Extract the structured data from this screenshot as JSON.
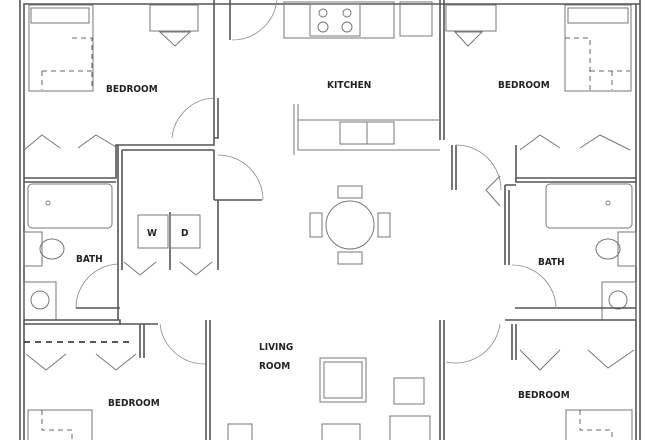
{
  "rooms": {
    "bedroom_top_left": "BEDROOM",
    "kitchen": "KITCHEN",
    "bedroom_top_right": "BEDROOM",
    "bath_left": "BATH",
    "bath_right": "BATH",
    "washer": "W",
    "dryer": "D",
    "living_line1": "LIVING",
    "living_line2": "ROOM",
    "bedroom_bottom_left": "BEDROOM",
    "bedroom_bottom_right": "BEDROOM"
  }
}
